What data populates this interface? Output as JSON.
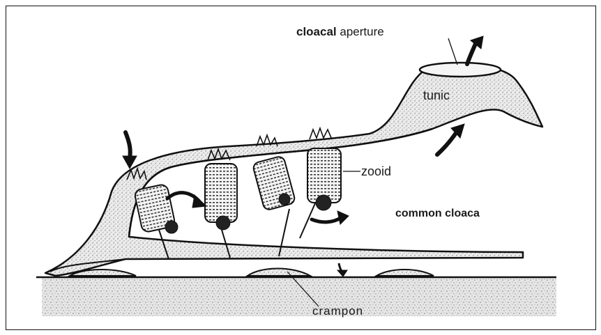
{
  "labels": {
    "cloacal_bold": "cloacal",
    "cloacal_rest": " aperture",
    "tunic": "tunic",
    "zooid": "zooid",
    "common_cloaca": "common cloaca",
    "crampon": "crampon"
  },
  "colors": {
    "ink": "#111111",
    "tunic_fill": "#cfcfcf",
    "substrate_fill": "#d9d9d9"
  }
}
